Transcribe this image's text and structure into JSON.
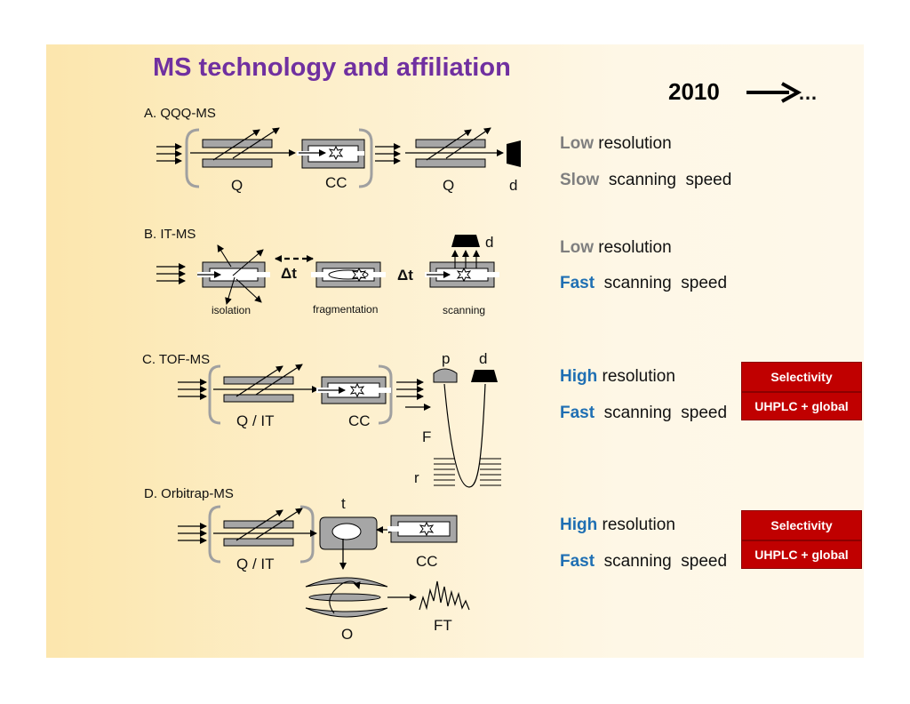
{
  "title": "MS technology and affiliation",
  "timeline": {
    "year": "2010",
    "ellipsis": "…"
  },
  "sections": {
    "a": {
      "heading": "A.  QQQ-MS",
      "labels": {
        "q1": "Q",
        "cc": "CC",
        "q2": "Q",
        "d": "d"
      }
    },
    "b": {
      "heading": "B.  IT-MS",
      "labels": {
        "d": "d",
        "dt1": "Δt",
        "dt2": "Δt",
        "isolation": "isolation",
        "fragmentation": "fragmentation",
        "scanning": "scanning"
      }
    },
    "c": {
      "heading": "C. TOF-MS",
      "labels": {
        "q_it": "Q / IT",
        "cc": "CC",
        "p": "p",
        "d": "d",
        "f": "F",
        "r": "r"
      }
    },
    "d": {
      "heading": "D.  Orbitrap-MS",
      "labels": {
        "t": "t",
        "q_it": "Q / IT",
        "cc": "CC",
        "o": "O",
        "ft": "FT"
      }
    }
  },
  "properties": {
    "a": {
      "resolution_kw": "Low",
      "resolution_text": "resolution",
      "speed_kw": "Slow",
      "speed_text": "scanning  speed"
    },
    "b": {
      "resolution_kw": "Low",
      "resolution_text": "resolution",
      "speed_kw": "Fast",
      "speed_text": "scanning  speed"
    },
    "c": {
      "resolution_kw": "High",
      "resolution_text": "resolution",
      "speed_kw": "Fast",
      "speed_text": "scanning  speed"
    },
    "d": {
      "resolution_kw": "High",
      "resolution_text": "resolution",
      "speed_kw": "Fast",
      "speed_text": "scanning  speed"
    }
  },
  "badges": {
    "c": {
      "top": "Selectivity",
      "bottom": "UHPLC + global"
    },
    "d": {
      "top": "Selectivity",
      "bottom": "UHPLC + global"
    }
  },
  "colors": {
    "title": "#7030a0",
    "low_slow": "#7f7f7f",
    "high_fast": "#1f6fb3",
    "badge": "#c00000",
    "device_fill": "#a6a6a6"
  }
}
